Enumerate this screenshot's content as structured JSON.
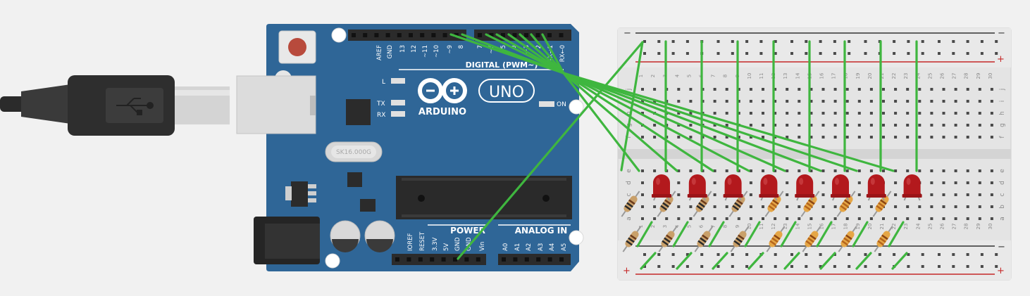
{
  "board": {
    "brand": "ARDUINO",
    "model": "UNO",
    "digital_label": "DIGITAL (PWM~)",
    "power_label": "POWER",
    "analog_label": "ANALOG IN",
    "crystal_text": "SK16.000G",
    "led_labels": {
      "l": "L",
      "tx": "TX",
      "rx": "RX",
      "on": "ON"
    },
    "digital_pins": [
      "AREF",
      "GND",
      "13",
      "12",
      "~11",
      "~10",
      "~9",
      "8",
      "7",
      "~6",
      "~5",
      "4",
      "~3",
      "2",
      "TX→1",
      "RX←0"
    ],
    "power_pins": [
      "IOREF",
      "RESET",
      "3.3V",
      "5V",
      "GND",
      "GND",
      "Vin"
    ],
    "analog_pins": [
      "A0",
      "A1",
      "A2",
      "A3",
      "A4",
      "A5"
    ]
  },
  "breadboard": {
    "rail_minus": "−",
    "rail_plus": "+",
    "top_rows": [
      "j",
      "i",
      "h",
      "g",
      "f"
    ],
    "bottom_rows": [
      "e",
      "d",
      "c",
      "b",
      "a"
    ],
    "columns": [
      "1",
      "2",
      "3",
      "4",
      "5",
      "6",
      "7",
      "8",
      "9",
      "10",
      "11",
      "12",
      "13",
      "14",
      "15",
      "16",
      "17",
      "18",
      "19",
      "20",
      "21",
      "22",
      "23",
      "24",
      "25",
      "26",
      "27",
      "28",
      "29",
      "30"
    ]
  },
  "components": {
    "led_count": 8,
    "resistor_count": 8,
    "led_color": "#b3191d",
    "wire_color": "#3fb63f",
    "board_color": "#2f6697"
  }
}
